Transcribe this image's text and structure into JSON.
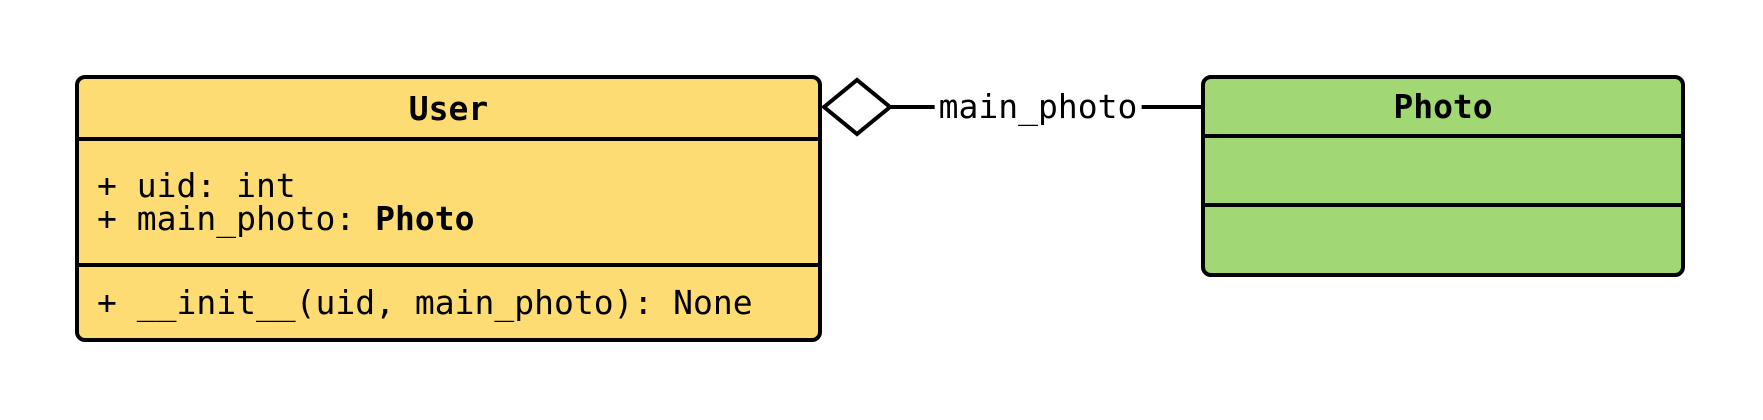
{
  "canvas": {
    "background": "#ffffff"
  },
  "diagram": {
    "type": "uml-class-diagram",
    "classes": [
      {
        "id": "user",
        "name": "User",
        "fill": "#FDDC74",
        "border_color": "#000000",
        "attributes": [
          {
            "text": "+ uid: int",
            "bold_type": ""
          },
          {
            "text": "+ main_photo: ",
            "bold_type": "Photo"
          }
        ],
        "methods": [
          {
            "text": "+ __init__(uid, main_photo): None"
          }
        ]
      },
      {
        "id": "photo",
        "name": "Photo",
        "fill": "#A2D873",
        "border_color": "#000000",
        "attributes": [],
        "methods": []
      }
    ],
    "relationship": {
      "from": "User",
      "to": "Photo",
      "kind": "aggregation",
      "label": "main_photo",
      "diamond_fill": "#ffffff",
      "line_color": "#000000"
    }
  }
}
